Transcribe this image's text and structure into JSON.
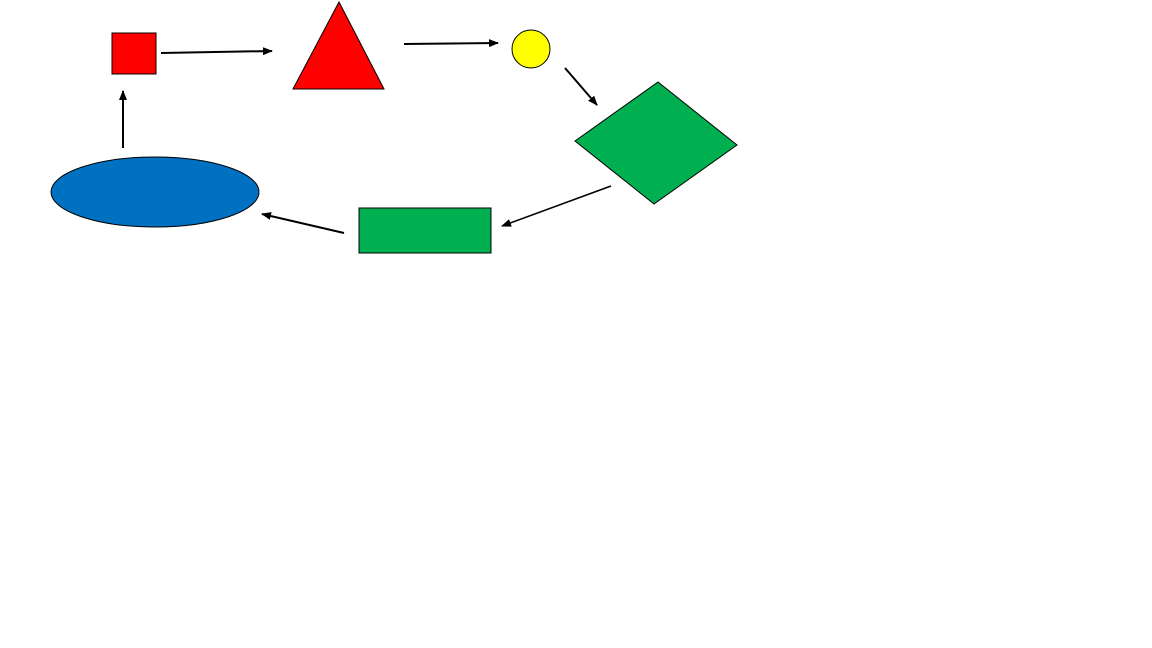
{
  "colors": {
    "background": "#ffffff",
    "red": "#ff0000",
    "yellow": "#ffff00",
    "green": "#00b050",
    "blue": "#0070c0",
    "stroke": "#000000"
  },
  "shapes": [
    {
      "id": "red-square",
      "kind": "square",
      "color": "red"
    },
    {
      "id": "red-triangle",
      "kind": "triangle",
      "color": "red"
    },
    {
      "id": "yellow-circle",
      "kind": "circle",
      "color": "yellow"
    },
    {
      "id": "green-diamond",
      "kind": "diamond",
      "color": "green"
    },
    {
      "id": "green-rectangle",
      "kind": "rectangle",
      "color": "green"
    },
    {
      "id": "blue-ellipse",
      "kind": "ellipse",
      "color": "blue"
    }
  ],
  "arrows": [
    {
      "from": "red-square",
      "to": "red-triangle"
    },
    {
      "from": "red-triangle",
      "to": "yellow-circle"
    },
    {
      "from": "yellow-circle",
      "to": "green-diamond"
    },
    {
      "from": "green-diamond",
      "to": "green-rectangle"
    },
    {
      "from": "green-rectangle",
      "to": "blue-ellipse"
    },
    {
      "from": "blue-ellipse",
      "to": "red-square"
    }
  ]
}
